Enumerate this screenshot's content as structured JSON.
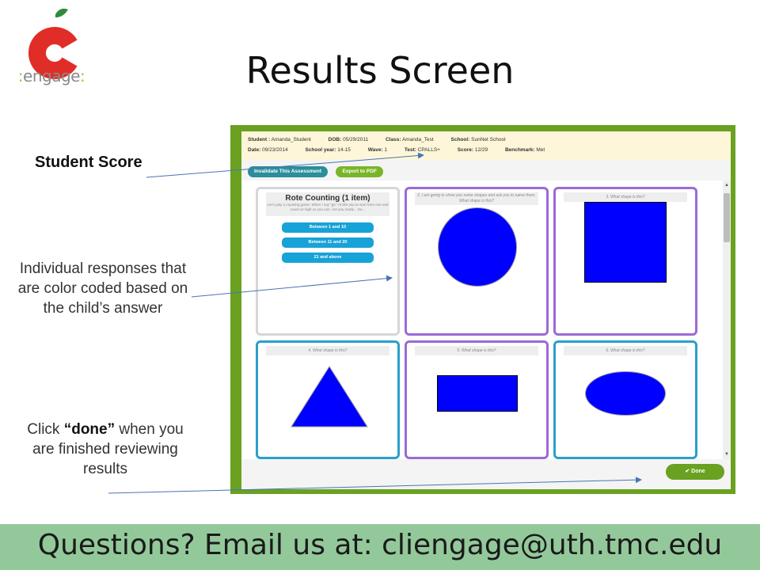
{
  "slide": {
    "title": "Results Screen",
    "logo_text": "engage",
    "contact": "Questions?  Email us at: cliengage@uth.tmc.edu"
  },
  "annotations": {
    "student_score": "Student Score",
    "individual_responses": "Individual responses that are color coded based on the child’s answer",
    "done_prefix": "Click ",
    "done_word": "“done”",
    "done_suffix": " when you are finished reviewing results"
  },
  "screenshot": {
    "info_row1": {
      "student_label": "Student :",
      "student": "Amanda_Student",
      "dob_label": "DOB:",
      "dob": "05/29/2011",
      "class_label": "Class:",
      "class": "Amanda_Test",
      "school_label": "School:",
      "school": "SunNet School"
    },
    "info_row2": {
      "date_label": "Date:",
      "date": "09/23/2014",
      "year_label": "School year:",
      "year": "14-15",
      "wave_label": "Wave:",
      "wave": "1",
      "test_label": "Test:",
      "test": "CPALLS+",
      "score_label": "Score:",
      "score": "12/29",
      "benchmark_label": "Benchmark:",
      "benchmark": "Met"
    },
    "buttons": {
      "invalidate": "Invalidate This Assessment",
      "export": "Export to PDF",
      "done": "✔ Done"
    },
    "cards": {
      "rote": {
        "title": "Rote Counting (1 item)",
        "subtitle": "Let's play a counting game. When I say \"go\" I'd like you to start from one and count as high as you can. Are you ready... Go...",
        "options": [
          "Between 1 and 10",
          "Between 11 and 20",
          "21 and above"
        ]
      },
      "q2": "2. I am going to show you some shapes and ask you to name them. What shape is this?",
      "q3": "3. What shape is this?",
      "q4": "4. What shape is this?",
      "q5": "5. What shape is this?",
      "q6": "6. What shape is this?"
    },
    "colors": {
      "frame_green": "#6aa121",
      "purple": "#9b6ad6",
      "blue": "#2aa0c9",
      "shape_fill": "#0000ff",
      "option_blue": "#17a2d8"
    }
  }
}
